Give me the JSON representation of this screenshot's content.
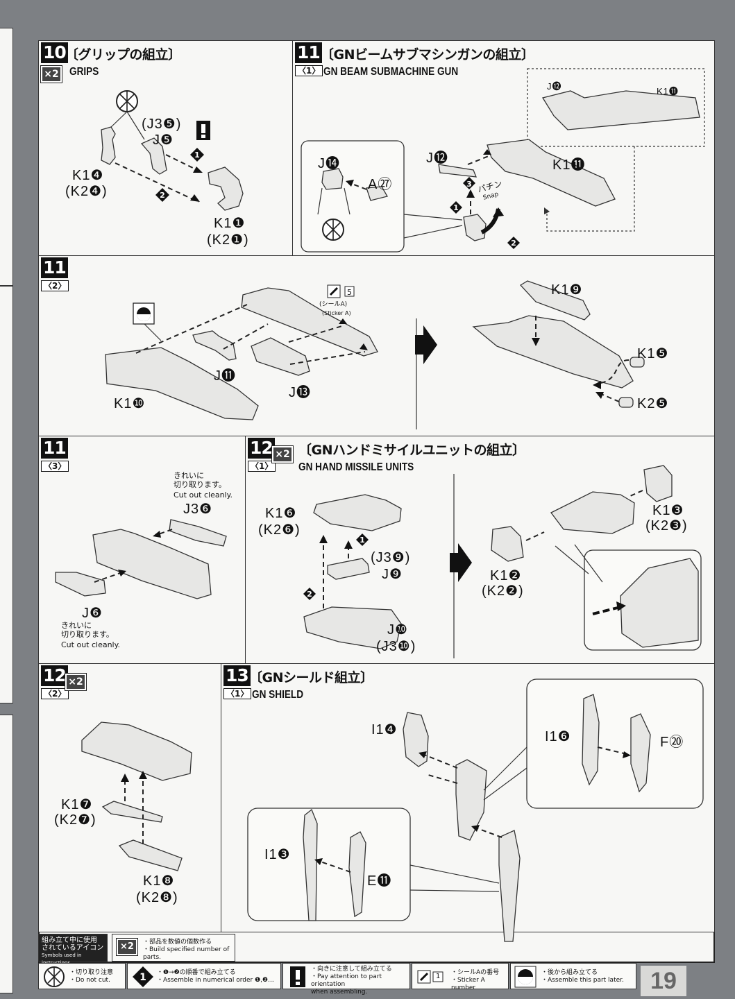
{
  "page_number": "19",
  "step10": {
    "no": "10",
    "count": "×2",
    "title_jp": "〔グリップの組立〕",
    "title_en": "GRIPS",
    "labels": {
      "j3_5": "(J3❺)",
      "j5": "J❺",
      "k1_4": "K1❹",
      "k2_4": "(K2❹)",
      "k1_1": "K1❶",
      "k2_1": "(K2❶)"
    }
  },
  "step11_1": {
    "no": "11",
    "sub": "〈1〉",
    "title_jp": "〔GNビームサブマシンガンの組立〕",
    "title_en": "GN BEAM SUBMACHINE GUN",
    "labels": {
      "j14": "J⓮",
      "a27": "A㉗",
      "j12": "J⓬",
      "k1_11": "K1⓫",
      "j12_inset": "J⓬",
      "k1_11_inset": "K1⓫",
      "snap_jp": "パチン",
      "snap_en": "Snap"
    }
  },
  "step11_2": {
    "no": "11",
    "sub": "〈2〉",
    "labels": {
      "k1_10": "K1❿",
      "j11": "J⓫",
      "j13": "J⓭",
      "sticker_no": "5",
      "sticker_jp": "(シールA)",
      "sticker_en": "(Sticker A)",
      "k1_9": "K1❾",
      "k1_5": "K1❺",
      "k2_5": "K2❺"
    }
  },
  "step11_3": {
    "no": "11",
    "sub": "〈3〉",
    "labels": {
      "j3_6": "J3❻",
      "j6": "J❻",
      "cut_jp_a": "きれいに",
      "cut_jp_b": "切り取ります。",
      "cut_en": "Cut out cleanly.",
      "cut2_jp_a": "きれいに",
      "cut2_jp_b": "切り取ります。",
      "cut2_en": "Cut out cleanly."
    }
  },
  "step12_1": {
    "no": "12",
    "sub": "〈1〉",
    "count": "×2",
    "title_jp": "〔GNハンドミサイルユニットの組立〕",
    "title_en": "GN HAND MISSILE UNITS",
    "labels": {
      "k1_6": "K1❻",
      "k2_6": "(K2❻)",
      "j3_9": "(J3❾)",
      "j9": "J❾",
      "j10": "J❿",
      "j3_10": "(J3❿)",
      "k1_3": "K1❸",
      "k2_3": "(K2❸)",
      "k1_2": "K1❷",
      "k2_2": "(K2❷)"
    }
  },
  "step12_2": {
    "no": "12",
    "sub": "〈2〉",
    "count": "×2",
    "labels": {
      "k1_7": "K1❼",
      "k2_7": "(K2❼)",
      "k1_8": "K1❽",
      "k2_8": "(K2❽)"
    }
  },
  "step13": {
    "no": "13",
    "sub": "〈1〉",
    "title_jp": "〔GNシールド組立〕",
    "title_en": "GN SHIELD",
    "labels": {
      "i14": "I1❹",
      "i16": "I1❻",
      "f20": "F⑳",
      "i13": "I1❸",
      "e11": "E⓫"
    }
  },
  "legend": {
    "title_jp_a": "組み立て中に使用",
    "title_jp_b": "されているアイコン",
    "title_en": "Symbols used in instructions",
    "x2_jp": "・部品を数値の個数作る",
    "x2_en": "・Build specified number of parts.",
    "cut_jp": "・切り取り注意",
    "cut_en": "・Do not cut.",
    "order_jp": "・❶→❷の順番で組み立てる",
    "order_en": "・Assemble in numerical order ❶,❷...",
    "orient_jp": "・向きに注意して組み立てる",
    "orient_en_a": "・Pay attention to part orientation",
    "orient_en_b": "when assembling.",
    "sticker_jp": "・シールAの番号",
    "sticker_en": "・Sticker A number",
    "sticker_no": "1",
    "later_jp": "・後から組み立てる",
    "later_en": "・Assemble this part later."
  }
}
